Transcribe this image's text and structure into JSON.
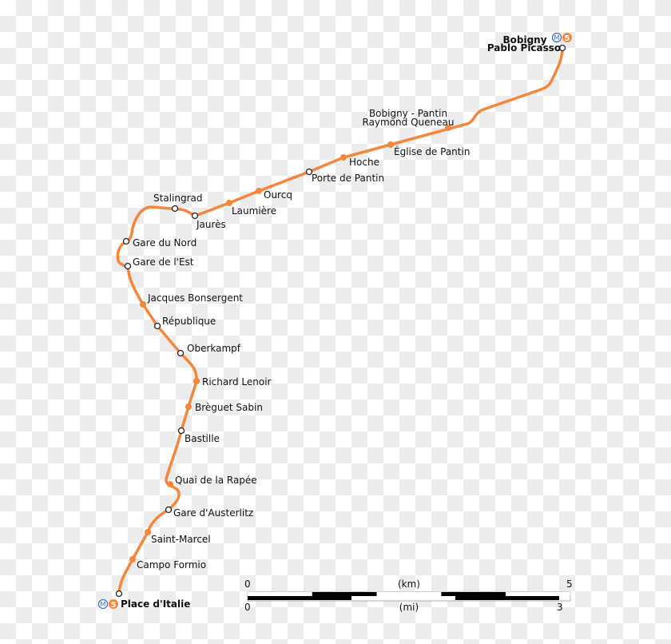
{
  "line": {
    "number": "5",
    "color": "#f5863a",
    "metro_logo": "M"
  },
  "stations": [
    {
      "name": "Bobigny",
      "name2": "Pablo Picasso",
      "type": "terminus"
    },
    {
      "name": "Bobigny - Pantin",
      "name2": "Raymond Queneau",
      "type": "regular"
    },
    {
      "name": "Église de Pantin",
      "type": "regular"
    },
    {
      "name": "Hoche",
      "type": "regular"
    },
    {
      "name": "Porte de Pantin",
      "type": "interchange"
    },
    {
      "name": "Ourcq",
      "type": "regular"
    },
    {
      "name": "Laumière",
      "type": "regular"
    },
    {
      "name": "Jaurès",
      "type": "interchange"
    },
    {
      "name": "Stalingrad",
      "type": "interchange"
    },
    {
      "name": "Gare du Nord",
      "type": "interchange"
    },
    {
      "name": "Gare de l'Est",
      "type": "interchange"
    },
    {
      "name": "Jacques Bonsergent",
      "type": "regular"
    },
    {
      "name": "République",
      "type": "interchange"
    },
    {
      "name": "Oberkampf",
      "type": "interchange"
    },
    {
      "name": "Richard Lenoir",
      "type": "regular"
    },
    {
      "name": "Brèguet Sabin",
      "type": "regular"
    },
    {
      "name": "Bastille",
      "type": "interchange"
    },
    {
      "name": "Quai de la Rapée",
      "type": "regular"
    },
    {
      "name": "Gare d'Austerlitz",
      "type": "interchange"
    },
    {
      "name": "Saint-Marcel",
      "type": "regular"
    },
    {
      "name": "Campo Formio",
      "type": "regular"
    },
    {
      "name": "Place d'Italie",
      "type": "terminus"
    }
  ],
  "scale": {
    "km_start": "0",
    "km_end": "5",
    "km_unit": "(km)",
    "mi_start": "0",
    "mi_end": "3",
    "mi_unit": "(mi)"
  }
}
